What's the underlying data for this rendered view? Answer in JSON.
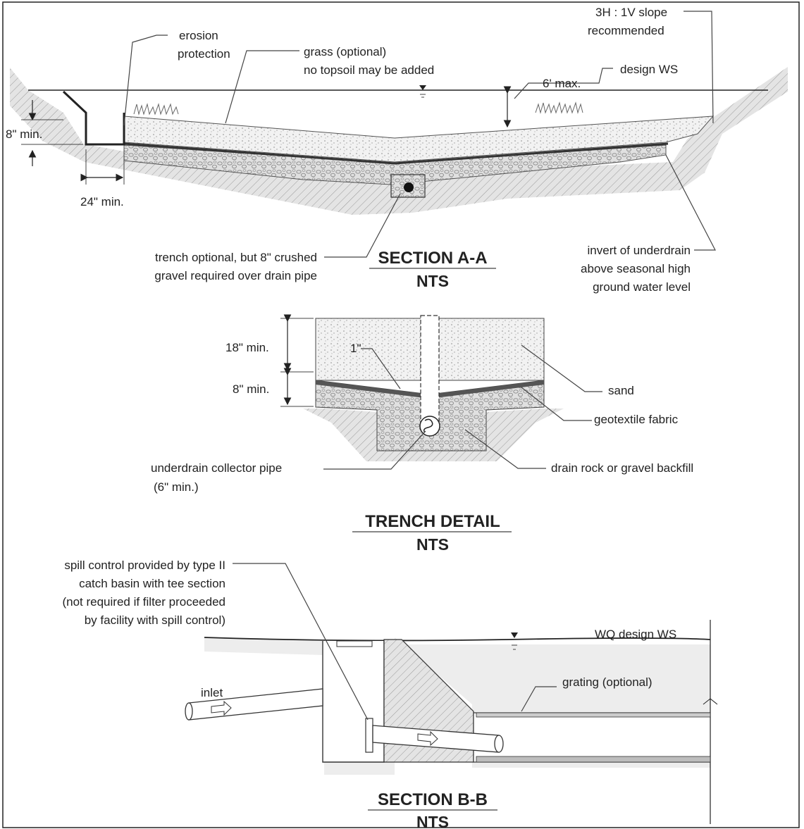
{
  "section_aa": {
    "erosion_protection": [
      "erosion",
      "protection"
    ],
    "grass": [
      "grass (optional)",
      "no topsoil may be added"
    ],
    "slope": [
      "3H : 1V slope",
      "recommended"
    ],
    "max_depth": "6' max.",
    "design_ws": "design WS",
    "min_depth": "8\" min.",
    "min_width": "24\" min.",
    "trench_note": [
      "trench optional, but 8\" crushed",
      "gravel required over drain pipe"
    ],
    "invert_note": [
      "invert of underdrain",
      "above seasonal high",
      "ground water level"
    ],
    "title": "SECTION A-A",
    "scale": "NTS"
  },
  "trench_detail": {
    "sand_depth": "18\" min.",
    "gravel_depth": "8\" min.",
    "one_inch": "1\"",
    "sand": "sand",
    "geotextile": "geotextile fabric",
    "collector_pipe": [
      "underdrain collector pipe",
      "(6\" min.)"
    ],
    "drain_rock": "drain rock or gravel backfill",
    "title": "TRENCH DETAIL",
    "scale": "NTS"
  },
  "section_bb": {
    "spill_control": [
      "spill control provided by type II",
      "catch basin with tee section",
      "(not required if filter proceeded",
      "by facility with spill control)"
    ],
    "wq_design_ws": "WQ design WS",
    "grating": "grating (optional)",
    "inlet": "inlet",
    "title": "SECTION B-B",
    "scale": "NTS"
  }
}
